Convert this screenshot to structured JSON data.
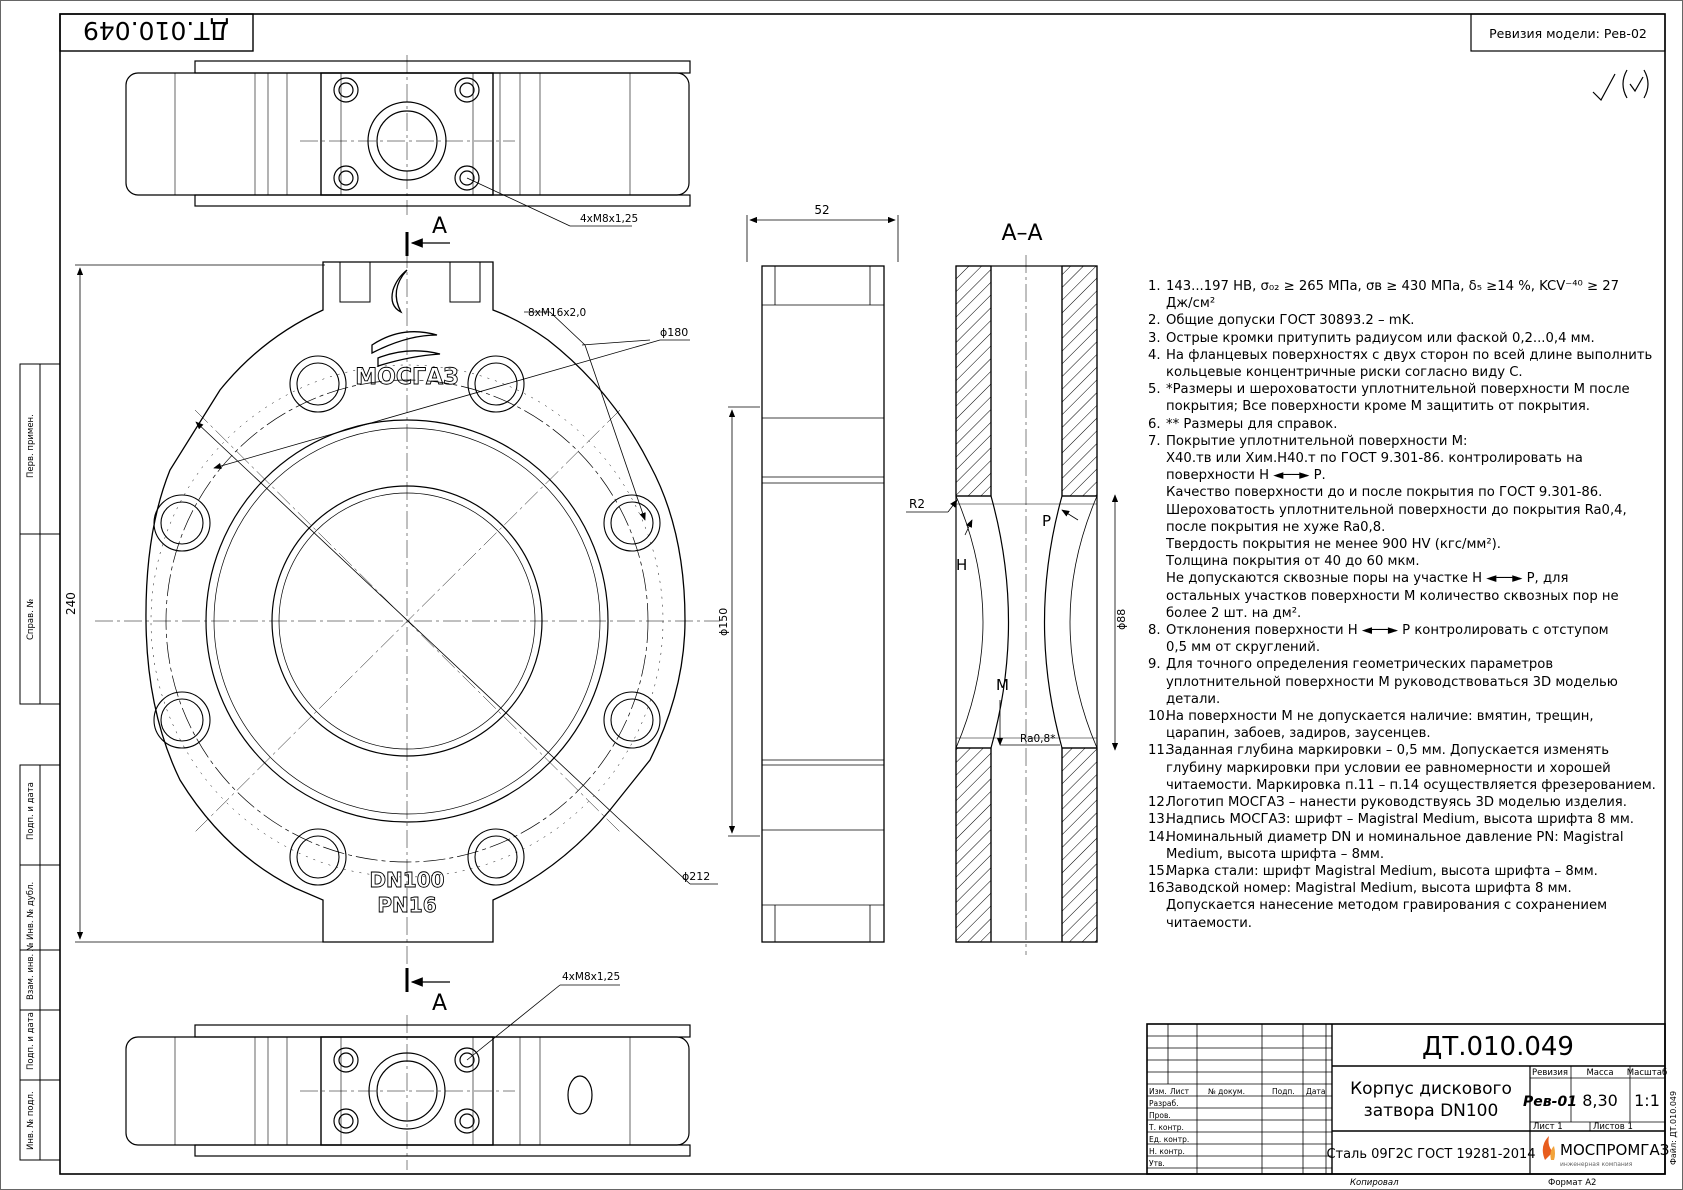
{
  "drawing_number": "ДТ.010.049",
  "revision_label": "Ревизия модели: Рев-02",
  "roughness_symbol": "√(✓)",
  "section_letter": "А",
  "section_title": "А–А",
  "logo_text": "МОСГАЗ",
  "dn_text": "DN100",
  "pn_text": "PN16",
  "dims": {
    "hole_top": "4хМ8х1,25",
    "hole_bottom": "4хМ8х1,25",
    "holes_flange": "8хМ16х2,0",
    "d180": "ϕ180",
    "d212": "ϕ212",
    "d150": "ϕ150",
    "d88": "ϕ88",
    "h240": "240",
    "w52": "52",
    "r2": "R2",
    "ra": "Ra0,8*",
    "h_mark": "Н",
    "p_mark": "Р",
    "m_mark": "М"
  },
  "notes": [
    {
      "n": "1.",
      "lines": [
        "143...197 НВ, σ₀₂ ≥ 265 МПа, σв ≥ 430 МПа, δ₅ ≥14 %, KCV⁻⁴⁰ ≥ 27",
        "Дж/см²"
      ]
    },
    {
      "n": "2.",
      "lines": [
        "Общие допуски ГОСТ 30893.2 – mK."
      ]
    },
    {
      "n": "3.",
      "lines": [
        "Острые кромки притупить радиусом или фаской 0,2...0,4 мм."
      ]
    },
    {
      "n": "4.",
      "lines": [
        "На фланцевых поверхностях с двух сторон по всей длине выполнить",
        "кольцевые концентричные риски согласно виду С."
      ]
    },
    {
      "n": "5.",
      "lines": [
        "*Размеры и шероховатости уплотнительной поверхности М после",
        "покрытия; Все поверхности кроме М  защитить от покрытия."
      ]
    },
    {
      "n": "6.",
      "lines": [
        "** Размеры для справок."
      ]
    },
    {
      "n": "7.",
      "lines": [
        "Покрытие уплотнительной поверхности М:",
        "Х40.тв или Хим.Н40.т по ГОСТ 9.301-86. контролировать на",
        "поверхности Н ◄──► Р.",
        "Качество поверхности до и после покрытия по ГОСТ 9.301-86.",
        "Шероховатость уплотнительной поверхности до покрытия Ra0,4,",
        "после покрытия не хуже Ra0,8.",
        "Твердость покрытия не менее 900 HV (кгс/мм²).",
        "Толщина покрытия от 40 до 60 мкм.",
        "Не допускаются сквозные поры на участке Н ◄──► Р, для",
        "остальных участков поверхности М количество сквозных пор не",
        "более 2 шт. на дм²."
      ]
    },
    {
      "n": "8.",
      "lines": [
        "Отклонения поверхности Н ◄──► Р контролировать с отступом",
        "0,5 мм от скруглений."
      ]
    },
    {
      "n": "9.",
      "lines": [
        "Для точного определения геометрических параметров",
        "уплотнительной поверхности М руководствоваться 3D моделью",
        "детали."
      ]
    },
    {
      "n": "10.",
      "lines": [
        "На поверхности М не допускается наличие: вмятин, трещин,",
        "царапин, забоев, задиров, заусенцев."
      ]
    },
    {
      "n": "11.",
      "lines": [
        "Заданная глубина маркировки – 0,5 мм. Допускается изменять",
        "глубину маркировки при условии ее равномерности и хорошей",
        "читаемости. Маркировка п.11 – п.14 осуществляется фрезерованием."
      ]
    },
    {
      "n": "12.",
      "lines": [
        "Логотип МОСГАЗ – нанести руководствуясь 3D моделью изделия."
      ]
    },
    {
      "n": "13.",
      "lines": [
        "Надпись МОСГАЗ: шрифт – Magistral Medium, высота шрифта 8 мм."
      ]
    },
    {
      "n": "14.",
      "lines": [
        "Номинальный диаметр DN и номинальное давление PN: Magistral",
        "Medium, высота шрифта – 8мм."
      ]
    },
    {
      "n": "15.",
      "lines": [
        "Марка стали: шрифт Magistral Medium, высота шрифта – 8мм."
      ]
    },
    {
      "n": "16.",
      "lines": [
        "Заводской номер: Magistral Medium, высота шрифта 8 мм.",
        "Допускается нанесение методом гравирования с сохранением",
        "читаемости."
      ]
    }
  ],
  "title_block": {
    "number": "ДТ.010.049",
    "name_line1": "Корпус дискового",
    "name_line2": "затвора DN100",
    "material": "Сталь 09Г2С ГОСТ 19281-2014",
    "col_revision": "Ревизия",
    "col_mass": "Масса",
    "col_scale": "Масштаб",
    "revision": "Рев-01",
    "mass": "8,30",
    "scale": "1:1",
    "sheet": "Лист 1",
    "sheets": "Листов 1",
    "company": "МОСПРОМГАЗ",
    "company_sub": "инженерная компания",
    "hdr": [
      "Изм.",
      "Лист",
      "№ докум.",
      "Подп.",
      "Дата"
    ],
    "roles": [
      "Разраб.",
      "Пров.",
      "Т. контр.",
      "Ед. контр.",
      "Н. контр.",
      "Утв."
    ]
  },
  "footer": {
    "copied": "Копировал",
    "format": "Формат   А2",
    "file": "Файл: ДТ.010.049"
  },
  "side_stamp": [
    "Перв. примен.",
    "Справ. №",
    "Подп. и дата",
    "Инв. № дубл.",
    "Взам. инв. №",
    "Подп. и дата",
    "Инв. № подл."
  ]
}
